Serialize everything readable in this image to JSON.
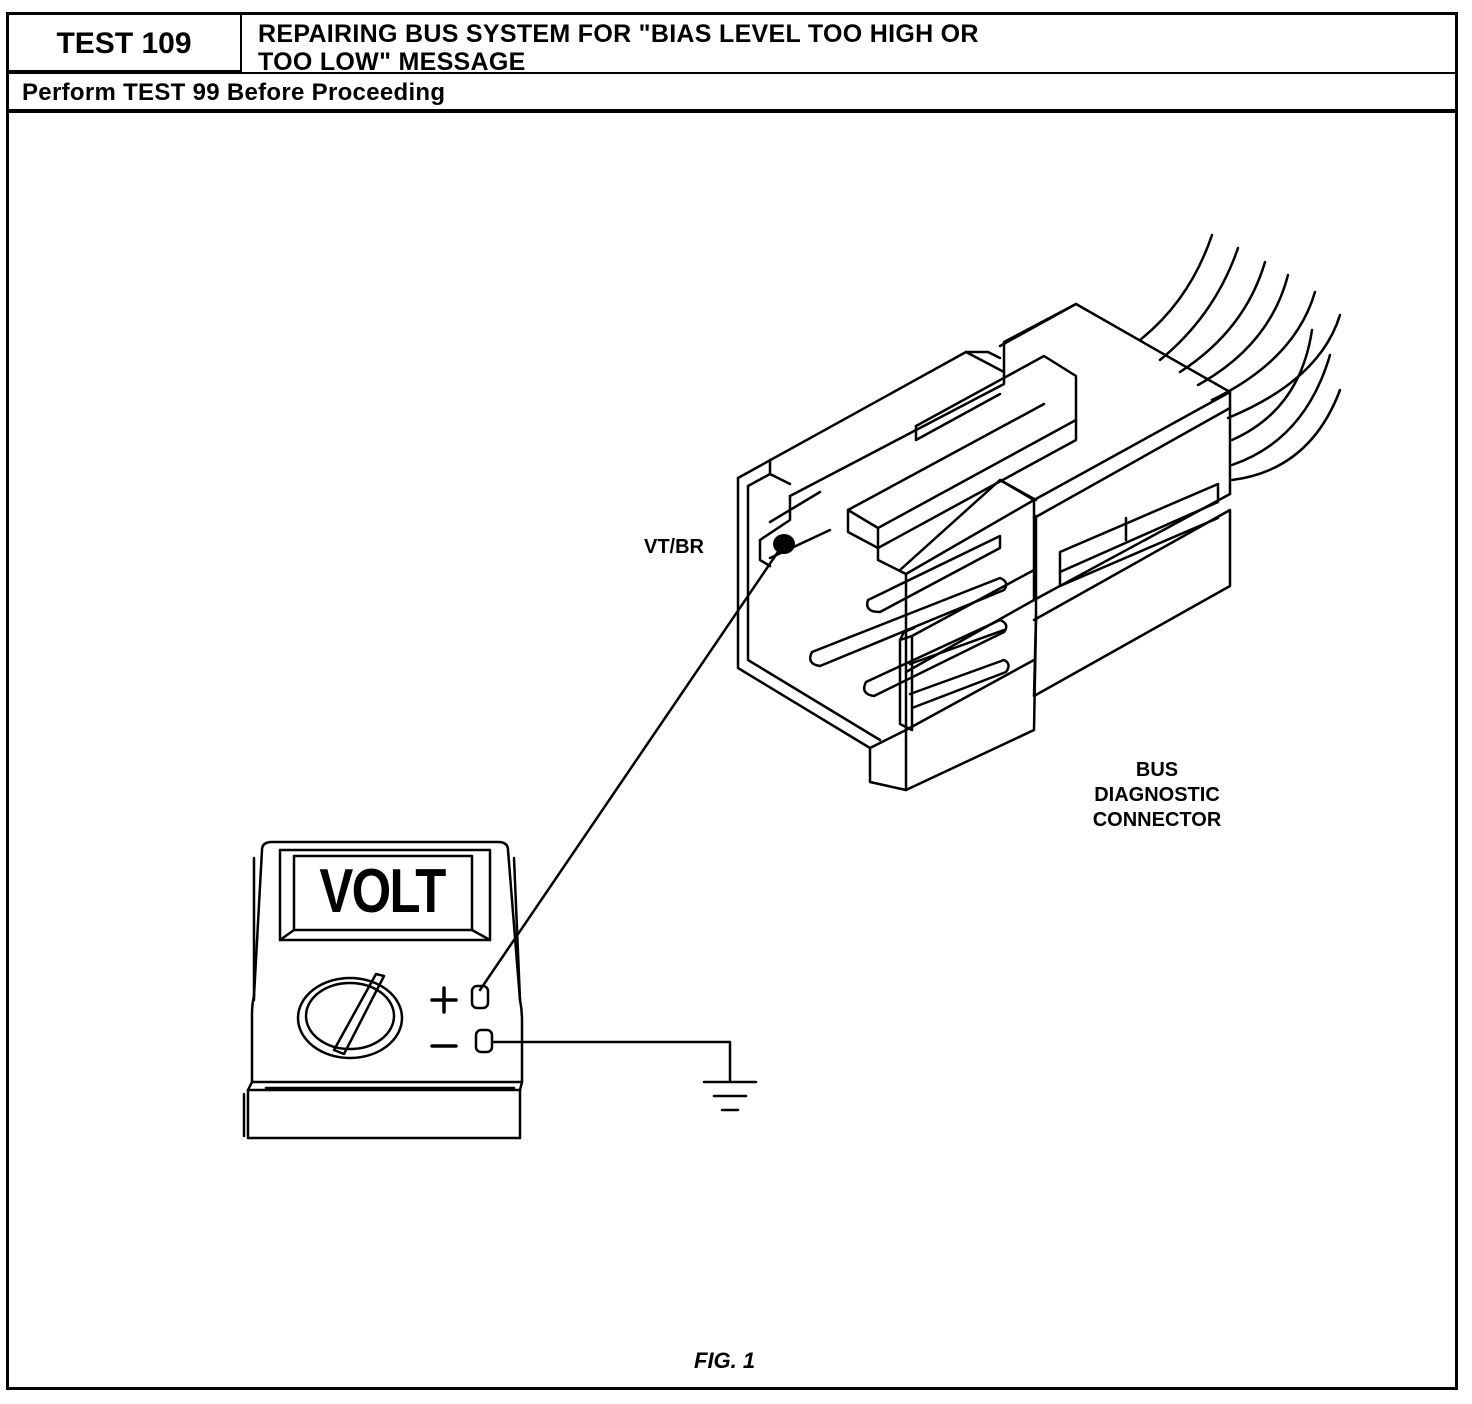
{
  "header": {
    "test_number": "TEST 109",
    "title": "REPAIRING BUS SYSTEM FOR \"BIAS LEVEL TOO HIGH OR\nTOO LOW\" MESSAGE",
    "prerequisite": "Perform TEST 99 Before Proceeding"
  },
  "figure": {
    "wire_label": "VT/BR",
    "connector_label": "BUS\nDIAGNOSTIC\nCONNECTOR",
    "meter_display": "VOLT",
    "caption": "FIG. 1"
  }
}
